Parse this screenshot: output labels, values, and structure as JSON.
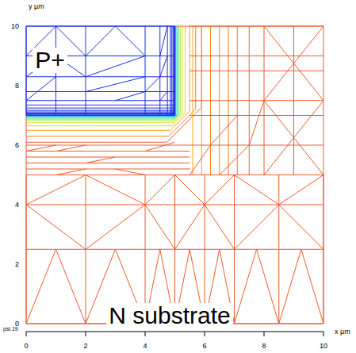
{
  "diagram": {
    "labels": [
      "y µm",
      "x µm",
      "P+",
      "N substrate",
      "psi.19",
      "0",
      "2",
      "4",
      "6",
      "8",
      "10",
      "10",
      "8",
      "6",
      "4",
      "2",
      "0"
    ]
  }
}
